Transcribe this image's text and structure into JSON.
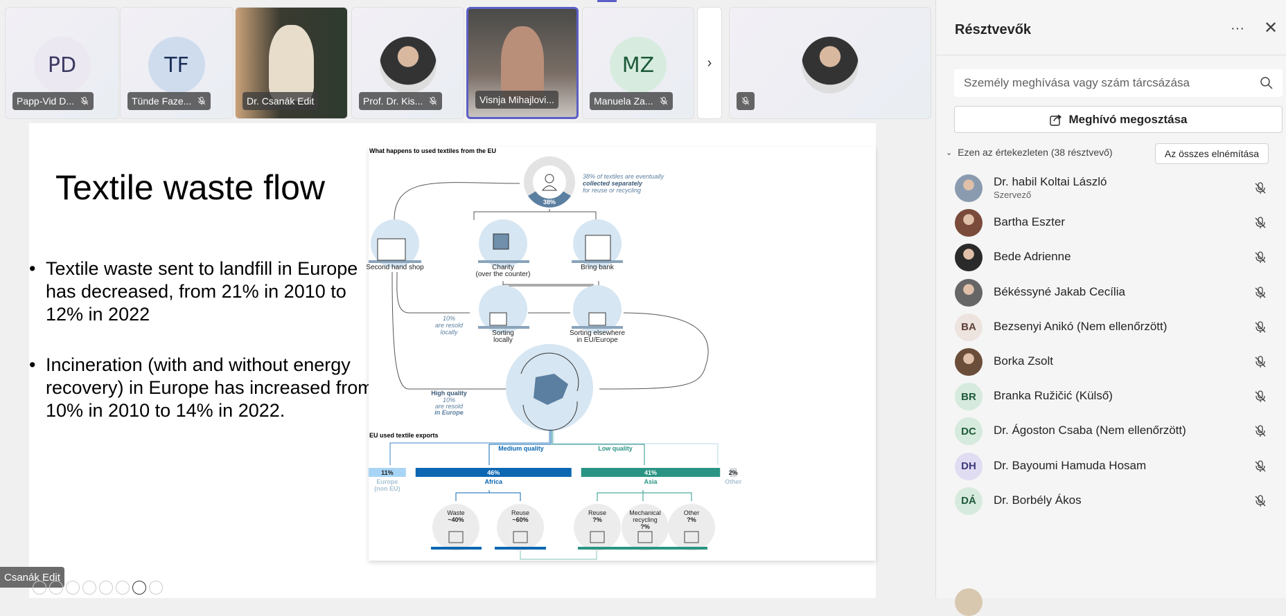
{
  "stage": {
    "tiles": [
      {
        "initials": "PD",
        "name": "Papp-Vid D...",
        "muted": true,
        "type": "avatar",
        "bg": "#ebe8f2",
        "fg": "#3d3a63"
      },
      {
        "initials": "TF",
        "name": "Tünde Faze...",
        "muted": true,
        "type": "avatar",
        "bg": "#cfdcee",
        "fg": "#1b2f57"
      },
      {
        "name": "Dr. Csanák Edit",
        "muted": false,
        "type": "video"
      },
      {
        "name": "Prof. Dr. Kis...",
        "muted": true,
        "type": "photo"
      },
      {
        "name": "Visnja Mihajlovi...",
        "muted": false,
        "type": "video",
        "active": true
      },
      {
        "initials": "MZ",
        "name": "Manuela Za...",
        "muted": true,
        "type": "avatar",
        "bg": "#d7ecdf",
        "fg": "#1e5a3a"
      },
      {
        "name": "",
        "muted": true,
        "type": "photo"
      }
    ],
    "more_icon": "chevron-right-icon"
  },
  "slide": {
    "title": "Textile waste flow",
    "bullets": [
      "Textile waste sent to landfill in Europe has decreased, from 21% in 2010 to 12% in 2022",
      "Incineration (with and without energy recovery) in Europe has increased from 10% in 2010 to 14% in 2022."
    ]
  },
  "diagram": {
    "title": "What happens to used textiles from the EU",
    "collected_pct": "38%",
    "collected_text": [
      "38% of textiles are eventually",
      "collected separately",
      "for reuse or recycling"
    ],
    "second_hand": "Second hand shop",
    "charity": [
      "Charity",
      "(over the counter)"
    ],
    "bring_bank": "Bring bank",
    "sorting_local": [
      "Sorting",
      "locally"
    ],
    "sorting_else": [
      "Sorting elsewhere",
      "in EU/Europe"
    ],
    "resold_local": [
      "10%",
      "are resold",
      "locally"
    ],
    "high_quality": [
      "High quality",
      "10%",
      "are resold",
      "in Europe"
    ],
    "exports_title": "EU used textile exports",
    "medium": "Medium quality",
    "low": "Low quality",
    "bars": [
      {
        "pct": "11%",
        "label": "Europe",
        "label2": "(non EU)",
        "value": 11,
        "color": "#a8d5f5"
      },
      {
        "pct": "46%",
        "label": "Africa",
        "value": 46,
        "color": "#0b67b2"
      },
      {
        "pct": "41%",
        "label": "Asia",
        "value": 41,
        "color": "#2a9484"
      },
      {
        "pct": "2%",
        "label": "Other",
        "value": 2,
        "color": "#d9dde0"
      }
    ],
    "africa": [
      [
        "Waste",
        "~40%"
      ],
      [
        "Reuse",
        "~60%"
      ]
    ],
    "asia": [
      [
        "Reuse",
        "?%"
      ],
      [
        "Mechanical",
        "recycling",
        "?%"
      ],
      [
        "Other",
        "?%"
      ]
    ]
  },
  "presenter_tooltip": "Csanák Edit",
  "panel": {
    "title": "Résztvevők",
    "search_placeholder": "Személy meghívása vagy szám tárcsázása",
    "share": "Meghívó megosztása",
    "section": "Ezen az értekezleten (38 résztvevő)",
    "mute_all": "Az összes elnémítása",
    "people": [
      {
        "name": "Dr. habil Koltai László",
        "role": "Szervező",
        "photo": true,
        "bg": "#8a9bb0"
      },
      {
        "name": "Bartha Eszter",
        "photo": true,
        "bg": "#7a4a3a"
      },
      {
        "name": "Bede Adrienne",
        "photo": true,
        "bg": "#2a2a2a"
      },
      {
        "name": "Békéssyné Jakab Cecília",
        "photo": true,
        "bg": "#666"
      },
      {
        "name": "Bezsenyi Anikó (Nem ellenőrzött)",
        "initials": "BA",
        "bg": "#ede3df",
        "fg": "#5c4038"
      },
      {
        "name": "Borka Zsolt",
        "photo": true,
        "bg": "#6b4e3a"
      },
      {
        "name": "Branka Ružičić (Külső)",
        "initials": "BR",
        "bg": "#d6eadd",
        "fg": "#1e5a3a"
      },
      {
        "name": "Dr. Ágoston Csaba (Nem ellenőrzött)",
        "initials": "DC",
        "bg": "#d6eadd",
        "fg": "#1e5a3a"
      },
      {
        "name": "Dr. Bayoumi Hamuda Hosam",
        "initials": "DH",
        "bg": "#e0dcf2",
        "fg": "#3d3a7a"
      },
      {
        "name": "Dr. Borbély Ákos",
        "initials": "DÁ",
        "bg": "#d6eadd",
        "fg": "#1e5a3a"
      }
    ]
  }
}
